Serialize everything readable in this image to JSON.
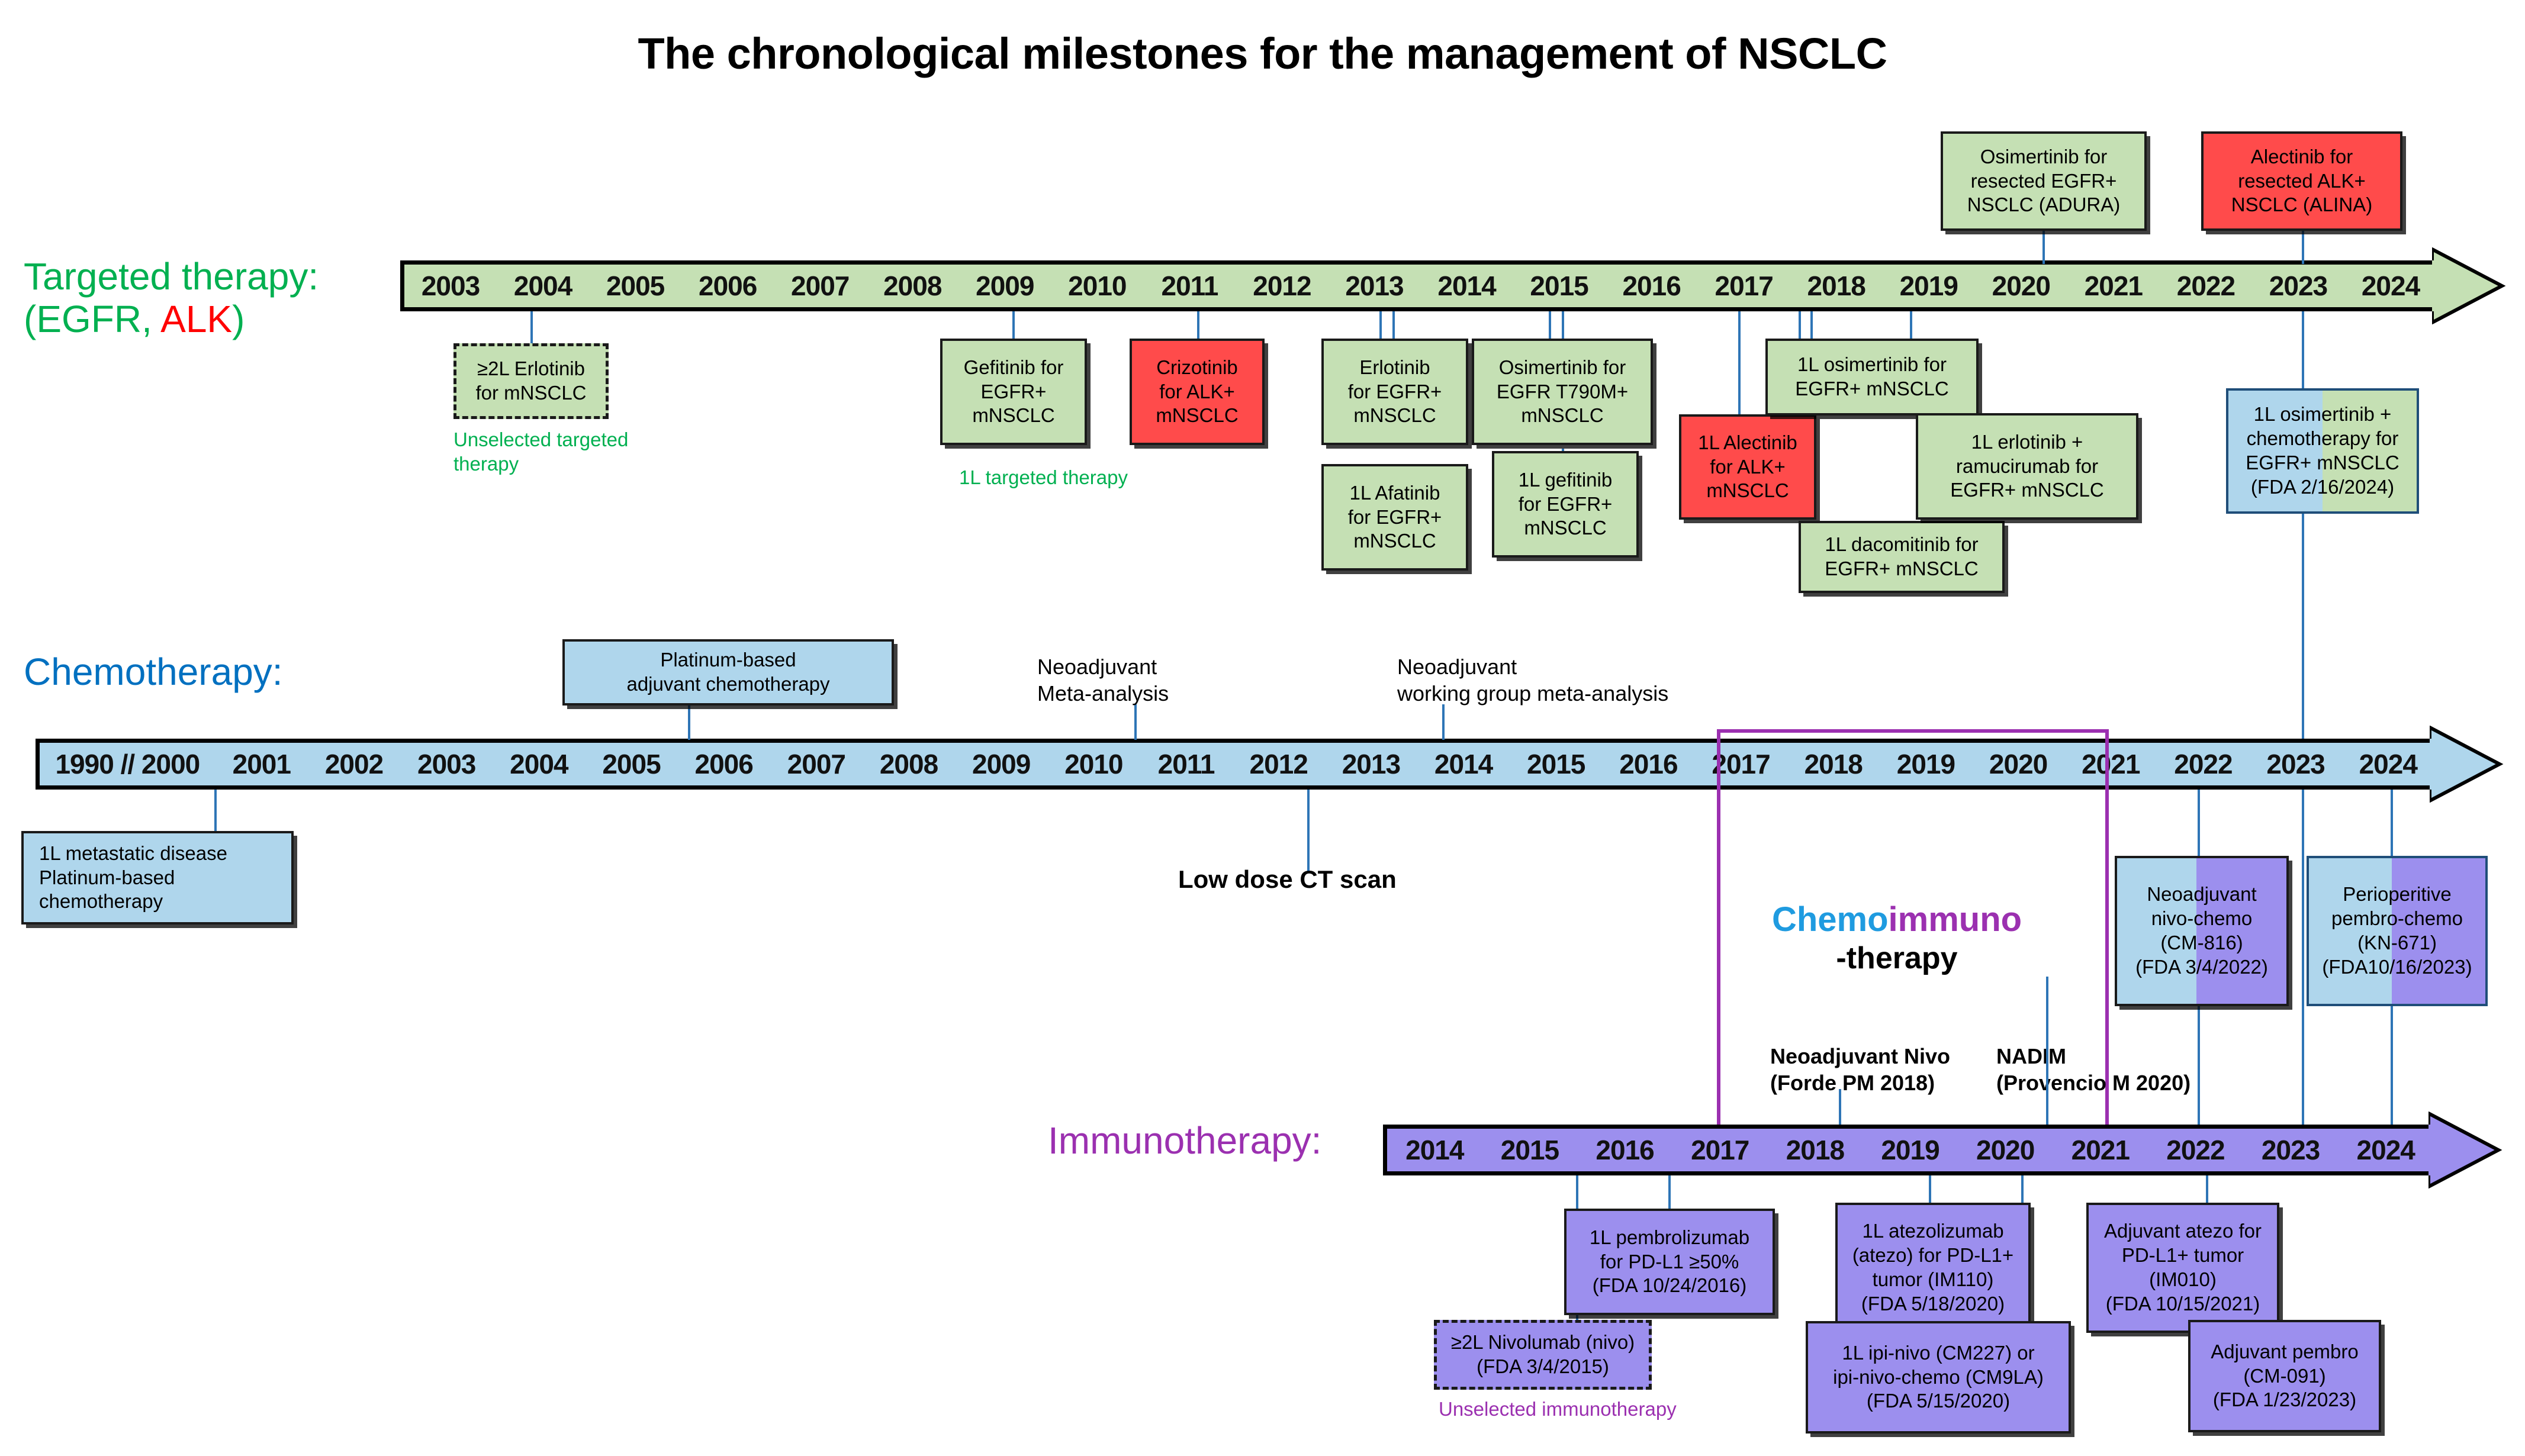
{
  "title": "The chronological milestones for the management of NSCLC",
  "colors": {
    "green_fill": "#C5E0B4",
    "red_fill": "#FF4B4B",
    "blue_fill": "#AFD6EC",
    "purple_fill": "#9C8FEE",
    "connector_blue": "#2E75B6",
    "bracket_purple": "#9b30b0",
    "label_green": "#00B050",
    "label_blue": "#0070C0",
    "label_purple": "#9b30b0",
    "label_red": "#FF0000"
  },
  "rows": {
    "targeted": {
      "label_line1": "Targeted therapy:",
      "label_line2_open": "(EGFR, ",
      "label_line2_alk": "ALK",
      "label_line2_close": ")",
      "years": [
        "2003",
        "2004",
        "2005",
        "2006",
        "2007",
        "2008",
        "2009",
        "2010",
        "2011",
        "2012",
        "2013",
        "2014",
        "2015",
        "2016",
        "2017",
        "2018",
        "2019",
        "2020",
        "2021",
        "2022",
        "2023",
        "2024"
      ]
    },
    "chemo": {
      "label": "Chemotherapy:",
      "years": [
        "1990 // 2000",
        "2001",
        "2002",
        "2003",
        "2004",
        "2005",
        "2006",
        "2007",
        "2008",
        "2009",
        "2010",
        "2011",
        "2012",
        "2013",
        "2014",
        "2015",
        "2016",
        "2017",
        "2018",
        "2019",
        "2020",
        "2021",
        "2022",
        "2023",
        "2024"
      ]
    },
    "immuno": {
      "label": "Immunotherapy:",
      "years": [
        "2014",
        "2015",
        "2016",
        "2017",
        "2018",
        "2019",
        "2020",
        "2021",
        "2022",
        "2023",
        "2024"
      ]
    }
  },
  "targeted_boxes": {
    "erlotinib_2l": "≥2L Erlotinib\nfor mNSCLC",
    "gefitinib": "Gefitinib for\nEGFR+\nmNSCLC",
    "crizotinib": "Crizotinib\nfor ALK+\nmNSCLC",
    "erlotinib_1l": "Erlotinib\nfor EGFR+\nmNSCLC",
    "afatinib": "1L Afatinib\nfor EGFR+\nmNSCLC",
    "osimertinib_t790m": "Osimertinib for\nEGFR T790M+\nmNSCLC",
    "gefitinib_1l": "1L gefitinib\nfor EGFR+\nmNSCLC",
    "alectinib_1l": "1L Alectinib\nfor ALK+\nmNSCLC",
    "osimertinib_1l": "1L osimertinib for\nEGFR+ mNSCLC",
    "dacomitinib_1l": "1L dacomitinib for\nEGFR+ mNSCLC",
    "erlotinib_ramu": "1L erlotinib +\nramucirumab for\nEGFR+ mNSCLC",
    "osimertinib_adjuvant": "Osimertinib for\nresected EGFR+\nNSCLC (ADURA)",
    "alectinib_adjuvant": "Alectinib for\nresected ALK+\nNSCLC (ALINA)",
    "osi_chemo": "1L osimertinib +\nchemotherapy for\nEGFR+ mNSCLC\n(FDA 2/16/2024)"
  },
  "targeted_captions": {
    "unselected": "Unselected targeted\ntherapy",
    "first_line": "1L targeted therapy"
  },
  "chemo_boxes": {
    "metastatic": "1L metastatic disease\nPlatinum-based\nchemotherapy",
    "adjuvant": "Platinum-based\nadjuvant chemotherapy",
    "neoadj_nivo_chemo": "Neoadjuvant\nnivo-chemo\n(CM-816)\n(FDA 3/4/2022)",
    "perioperative_pembro": "Perioperitive\npembro-chemo\n(KN-671)\n(FDA10/16/2023)"
  },
  "chemo_captions": {
    "neoadj_meta": "Neoadjuvant\nMeta-analysis",
    "neoadj_wg_meta": "Neoadjuvant\nworking group meta-analysis",
    "low_dose_ct": "Low dose CT scan"
  },
  "chemoimmuno": {
    "part1": "Chemo",
    "part2": "immuno",
    "part3": "-therapy",
    "trial1": "Neoadjuvant Nivo\n(Forde PM  2018)",
    "trial2": "NADIM\n(Provencio M 2020)"
  },
  "immuno_boxes": {
    "nivolumab_2l": "≥2L Nivolumab (nivo)\n(FDA 3/4/2015)",
    "pembro_1l": "1L pembrolizumab\nfor PD-L1 ≥50%\n(FDA 10/24/2016)",
    "atezo_1l": "1L atezolizumab\n(atezo) for PD-L1+\ntumor (IM110)\n(FDA 5/18/2020)",
    "ipi_nivo": "1L ipi-nivo (CM227) or\nipi-nivo-chemo (CM9LA)\n(FDA 5/15/2020)",
    "adj_atezo": "Adjuvant atezo for\nPD-L1+ tumor\n(IM010)\n(FDA 10/15/2021)",
    "adj_pembro": "Adjuvant pembro\n(CM-091)\n(FDA 1/23/2023)"
  },
  "immuno_captions": {
    "unselected": "Unselected immunotherapy"
  }
}
